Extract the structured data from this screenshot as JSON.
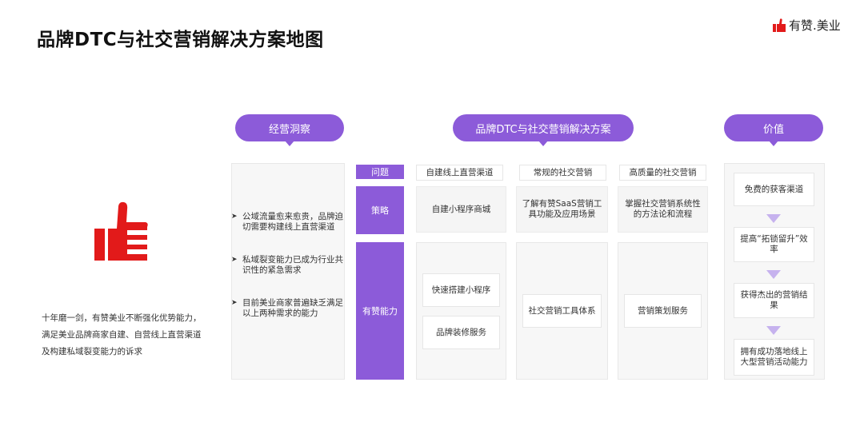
{
  "header": {
    "title": "品牌DTC与社交营销解决方案地图",
    "logo_text": "有赞.美业"
  },
  "intro": {
    "text": "十年磨一剑，有赞美业不断强化优势能力，满足美业品牌商家自建、自营线上直营渠道及构建私域裂变能力的诉求"
  },
  "sections": {
    "insight": "经营洞察",
    "solution": "品牌DTC与社交营销解决方案",
    "value": "价值"
  },
  "insights": [
    "公域流量愈来愈贵，品牌迫切需要构建线上直营渠道",
    "私域裂变能力已成为行业共识性的紧急需求",
    "目前美业商家普遍缺乏满足以上两种需求的能力"
  ],
  "row_tags": {
    "problem": "问题",
    "strategy": "策略",
    "capability": "有赞能力"
  },
  "columns": [
    {
      "problem": "自建线上直营渠道",
      "strategy": "自建小程序商城",
      "capabilities": [
        "快速搭建小程序",
        "品牌装修服务"
      ]
    },
    {
      "problem": "常规的社交营销",
      "strategy": "了解有赞SaaS营销工具功能及应用场景",
      "capabilities": [
        "社交营销工具体系"
      ]
    },
    {
      "problem": "高质量的社交营销",
      "strategy": "掌握社交营销系统性的方法论和流程",
      "capabilities": [
        "营销策划服务"
      ]
    }
  ],
  "values": [
    "免费的获客渠道",
    "提高“拓锁留升”效率",
    "获得杰出的营销结果",
    "拥有成功落地线上大型营销活动能力"
  ],
  "colors": {
    "accent": "#8c5bd9",
    "brand_red": "#e21a1a",
    "panel_bg": "#f7f7f7"
  }
}
